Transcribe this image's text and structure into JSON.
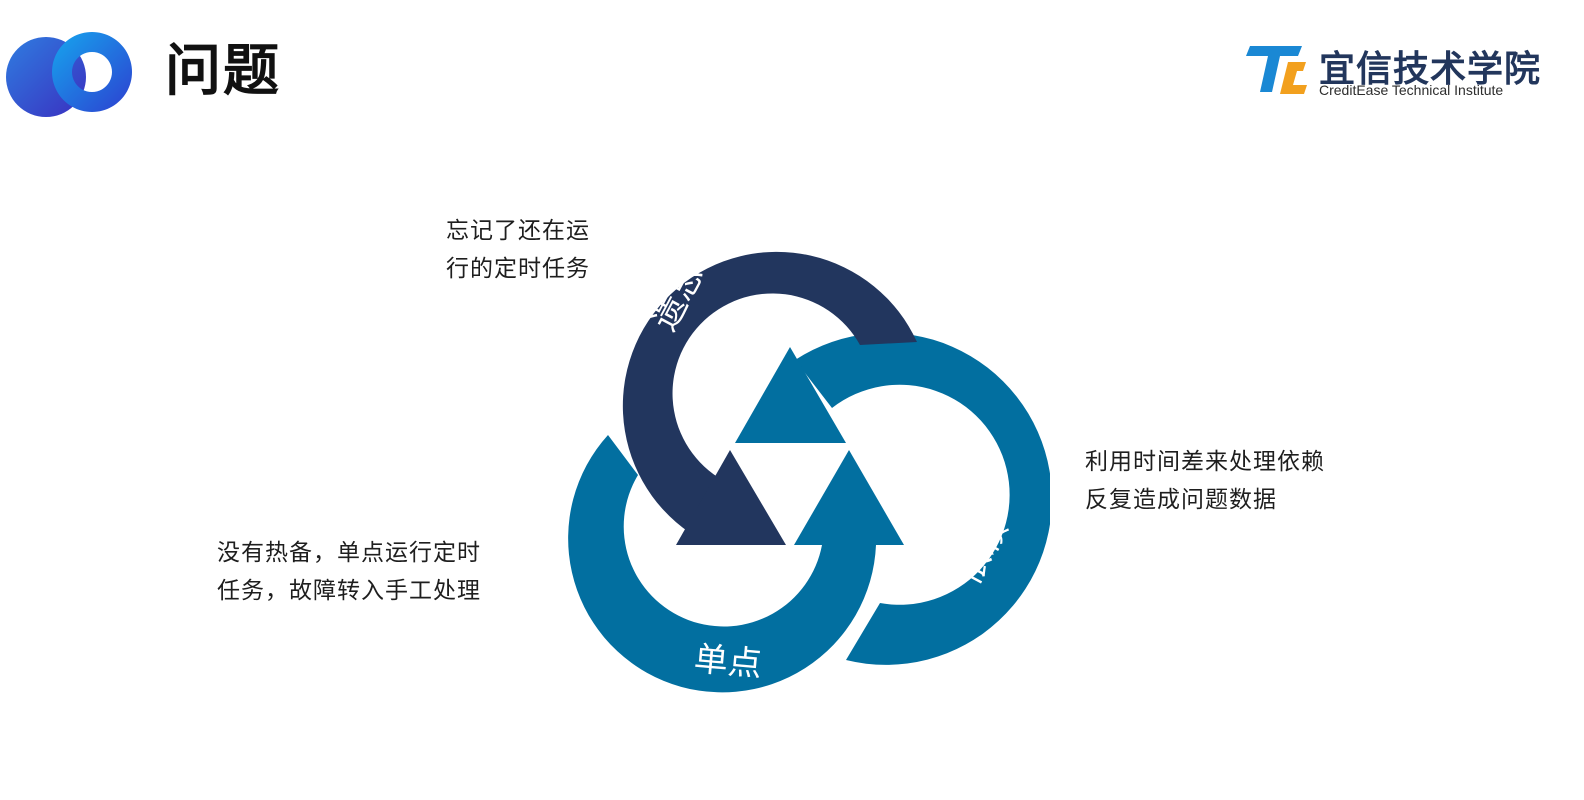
{
  "header": {
    "title": "问题",
    "logo_icon": "blue-ring-icon",
    "brand": {
      "name": "宜信技术学院",
      "subtitle": "CreditEase Technical Institute",
      "mark_icon": "tc-logo-icon"
    }
  },
  "diagram": {
    "segments": [
      {
        "label": "遗忘",
        "color": "#22365e"
      },
      {
        "label": "依赖",
        "color": "#026fa0"
      },
      {
        "label": "单点",
        "color": "#026fa0"
      }
    ],
    "notes": {
      "forget": [
        "忘记了还在运",
        "行的定时任务"
      ],
      "depend": [
        "利用时间差来处理依赖",
        "反复造成问题数据"
      ],
      "single": [
        "没有热备，单点运行定时",
        "任务，故障转入手工处理"
      ]
    }
  },
  "colors": {
    "dark_navy": "#22365e",
    "teal_blue": "#026fa0",
    "brand_orange": "#f2a01e",
    "brand_blue": "#1a88d4"
  }
}
